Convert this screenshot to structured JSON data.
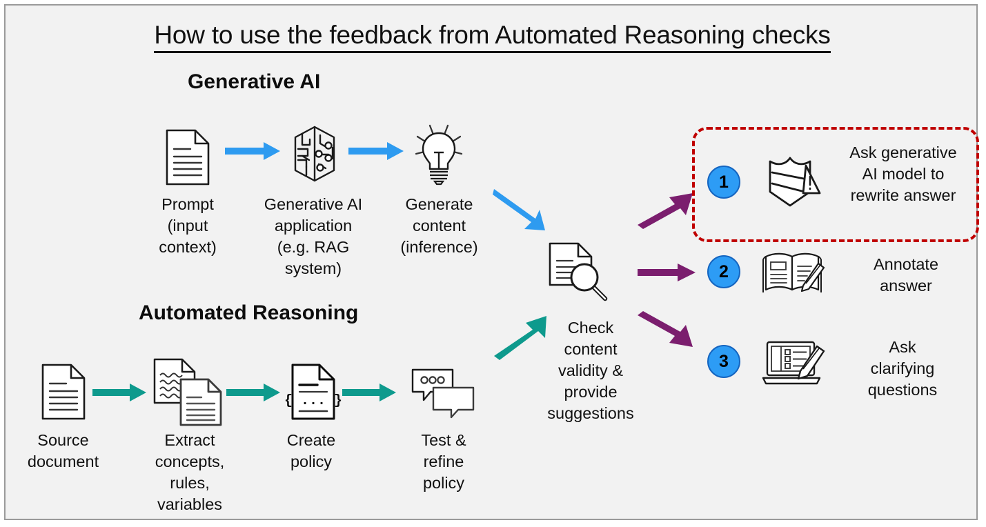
{
  "title": "How to use the feedback from Automated Reasoning checks",
  "colors": {
    "background": "#F2F2F2",
    "frame_border": "#9a9a9a",
    "blue_arrow": "#2E9BF0",
    "teal_arrow": "#0E9A8D",
    "purple_arrow": "#7B1E6E",
    "highlight_red": "#C00000",
    "circle_blue": "#2D9CF5",
    "circle_border": "#1565C0",
    "icon_line": "#1A1A1A"
  },
  "sections": {
    "generative_ai": {
      "heading": "Generative AI",
      "steps": [
        {
          "icon": "document-icon",
          "label": "Prompt\n(input\ncontext)"
        },
        {
          "icon": "neural-brain-icon",
          "label": "Generative AI\napplication\n(e.g. RAG\nsystem)"
        },
        {
          "icon": "lightbulb-icon",
          "label": "Generate\ncontent\n(inference)"
        }
      ]
    },
    "automated_reasoning": {
      "heading": "Automated Reasoning",
      "steps": [
        {
          "icon": "document-icon",
          "label": "Source\ndocument"
        },
        {
          "icon": "two-documents-icon",
          "label": "Extract\nconcepts,\nrules,\nvariables"
        },
        {
          "icon": "policy-code-document-icon",
          "label": "Create\npolicy"
        },
        {
          "icon": "chat-bubbles-icon",
          "label": "Test &\nrefine\npolicy"
        }
      ]
    }
  },
  "check_node": {
    "icon": "document-magnifier-icon",
    "label": "Check\ncontent\nvalidity &\nprovide\nsuggestions"
  },
  "actions": [
    {
      "number": "1",
      "icon": "shield-alert-icon",
      "label": "Ask generative\nAI model to\nrewrite answer",
      "highlighted": true
    },
    {
      "number": "2",
      "icon": "book-pencil-icon",
      "label": "Annotate\nanswer",
      "highlighted": false
    },
    {
      "number": "3",
      "icon": "laptop-checklist-pencil-icon",
      "label": "Ask\nclarifying\nquestions",
      "highlighted": false
    }
  ]
}
